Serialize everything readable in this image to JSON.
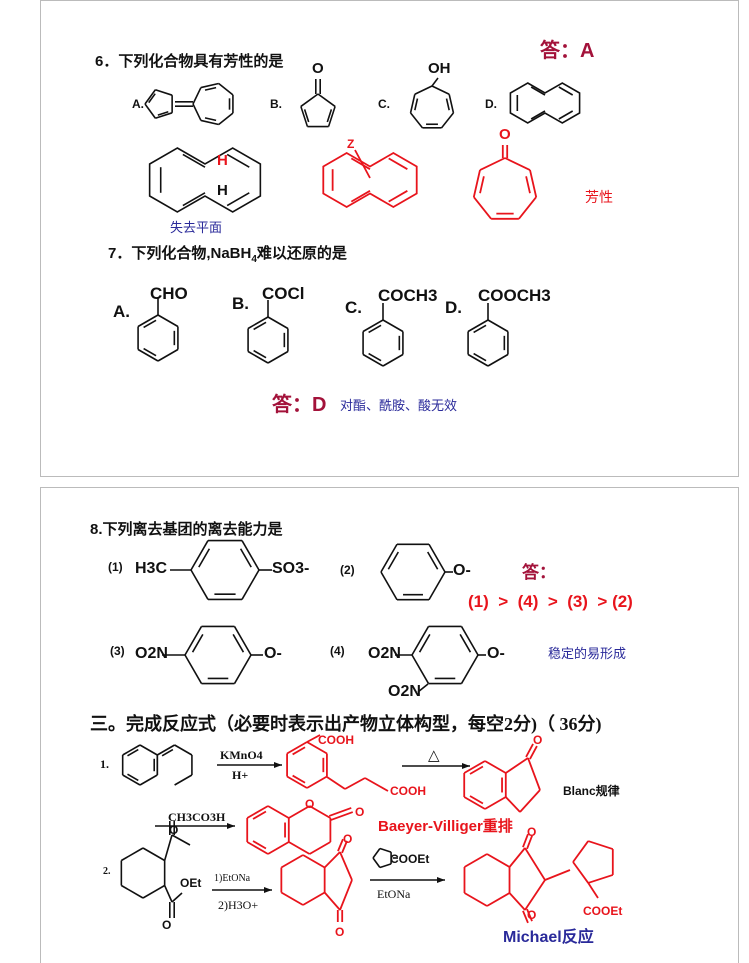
{
  "q6": {
    "title": "6．下列化合物具有芳性的是",
    "answer": "答：A",
    "opts": [
      "A.",
      "B.",
      "C.",
      "D."
    ],
    "o_label": "O",
    "oh_label": "OH",
    "h1": "H",
    "h2": "H",
    "z_label": "Z",
    "note_planar": "失去平面",
    "tropone_o": "O",
    "note_aromatic": "芳性"
  },
  "q7": {
    "title_a": "7．下列化合物,NaBH",
    "title_sub": "4",
    "title_b": "难以还原的是",
    "opts": [
      "A.",
      "B.",
      "C.",
      "D."
    ],
    "subs": [
      "CHO",
      "COCl",
      "COCH3",
      "COOCH3"
    ],
    "answer": "答：D",
    "note": "对酯、酰胺、酸无效"
  },
  "q8": {
    "title": "8.下列离去基团的离去能力是",
    "labels": [
      "(1)",
      "(2)",
      "(3)",
      "(4)"
    ],
    "h3c": "H3C",
    "so3": "SO3-",
    "o_minus": "O-",
    "o2n": "O2N",
    "answer_label": "答：",
    "order": "(1)  >  (4)  >  (3)  > (2)",
    "note": "稳定的易形成"
  },
  "sec3": {
    "title": "三。完成反应式（必要时表示出产物立体构型，每空2分)（ 36分)",
    "r1": {
      "num": "1.",
      "reagent1_top": "KMnO4",
      "reagent1_bottom": "H+",
      "cooh1": "COOH",
      "cooh2": "COOH",
      "heat": "△",
      "ketone_o": "O",
      "rule": "Blanc规律",
      "reagent2": "CH3CO3H",
      "lactone_o1": "O",
      "lactone_o2": "O",
      "rearr": "Baeyer-Villiger重排"
    },
    "r2": {
      "num": "2.",
      "sm_o": "O",
      "sm_oet": "OEt",
      "sm_o2": "O",
      "step1": "1)EtONa",
      "step2": "2)H3O+",
      "p_o1": "O",
      "p_o2": "O",
      "reagent_cooet": "COOEt",
      "base": "EtONa",
      "prod_o1": "O",
      "prod_o2": "O",
      "prod_cooet": "COOEt",
      "name": "Michael反应"
    }
  }
}
